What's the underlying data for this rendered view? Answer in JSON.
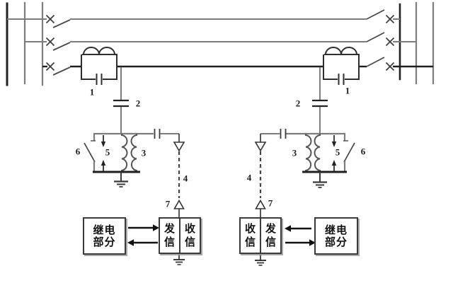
{
  "component_labels": {
    "line_trap": "1",
    "coupling_capacitor": "2",
    "matching_transformer": "3",
    "hf_cable": "4",
    "protective_gap": "5",
    "grounding_switch": "6",
    "connector": "7"
  },
  "boxes": {
    "relay_label": "继电部分",
    "transmit_label": "发信",
    "receive_label": "收信"
  },
  "colors": {
    "background": "#ffffff",
    "line_gray": "#7d7d7d",
    "line_black": "#1f1f1f",
    "symbol_dark": "#3a3a3a"
  }
}
